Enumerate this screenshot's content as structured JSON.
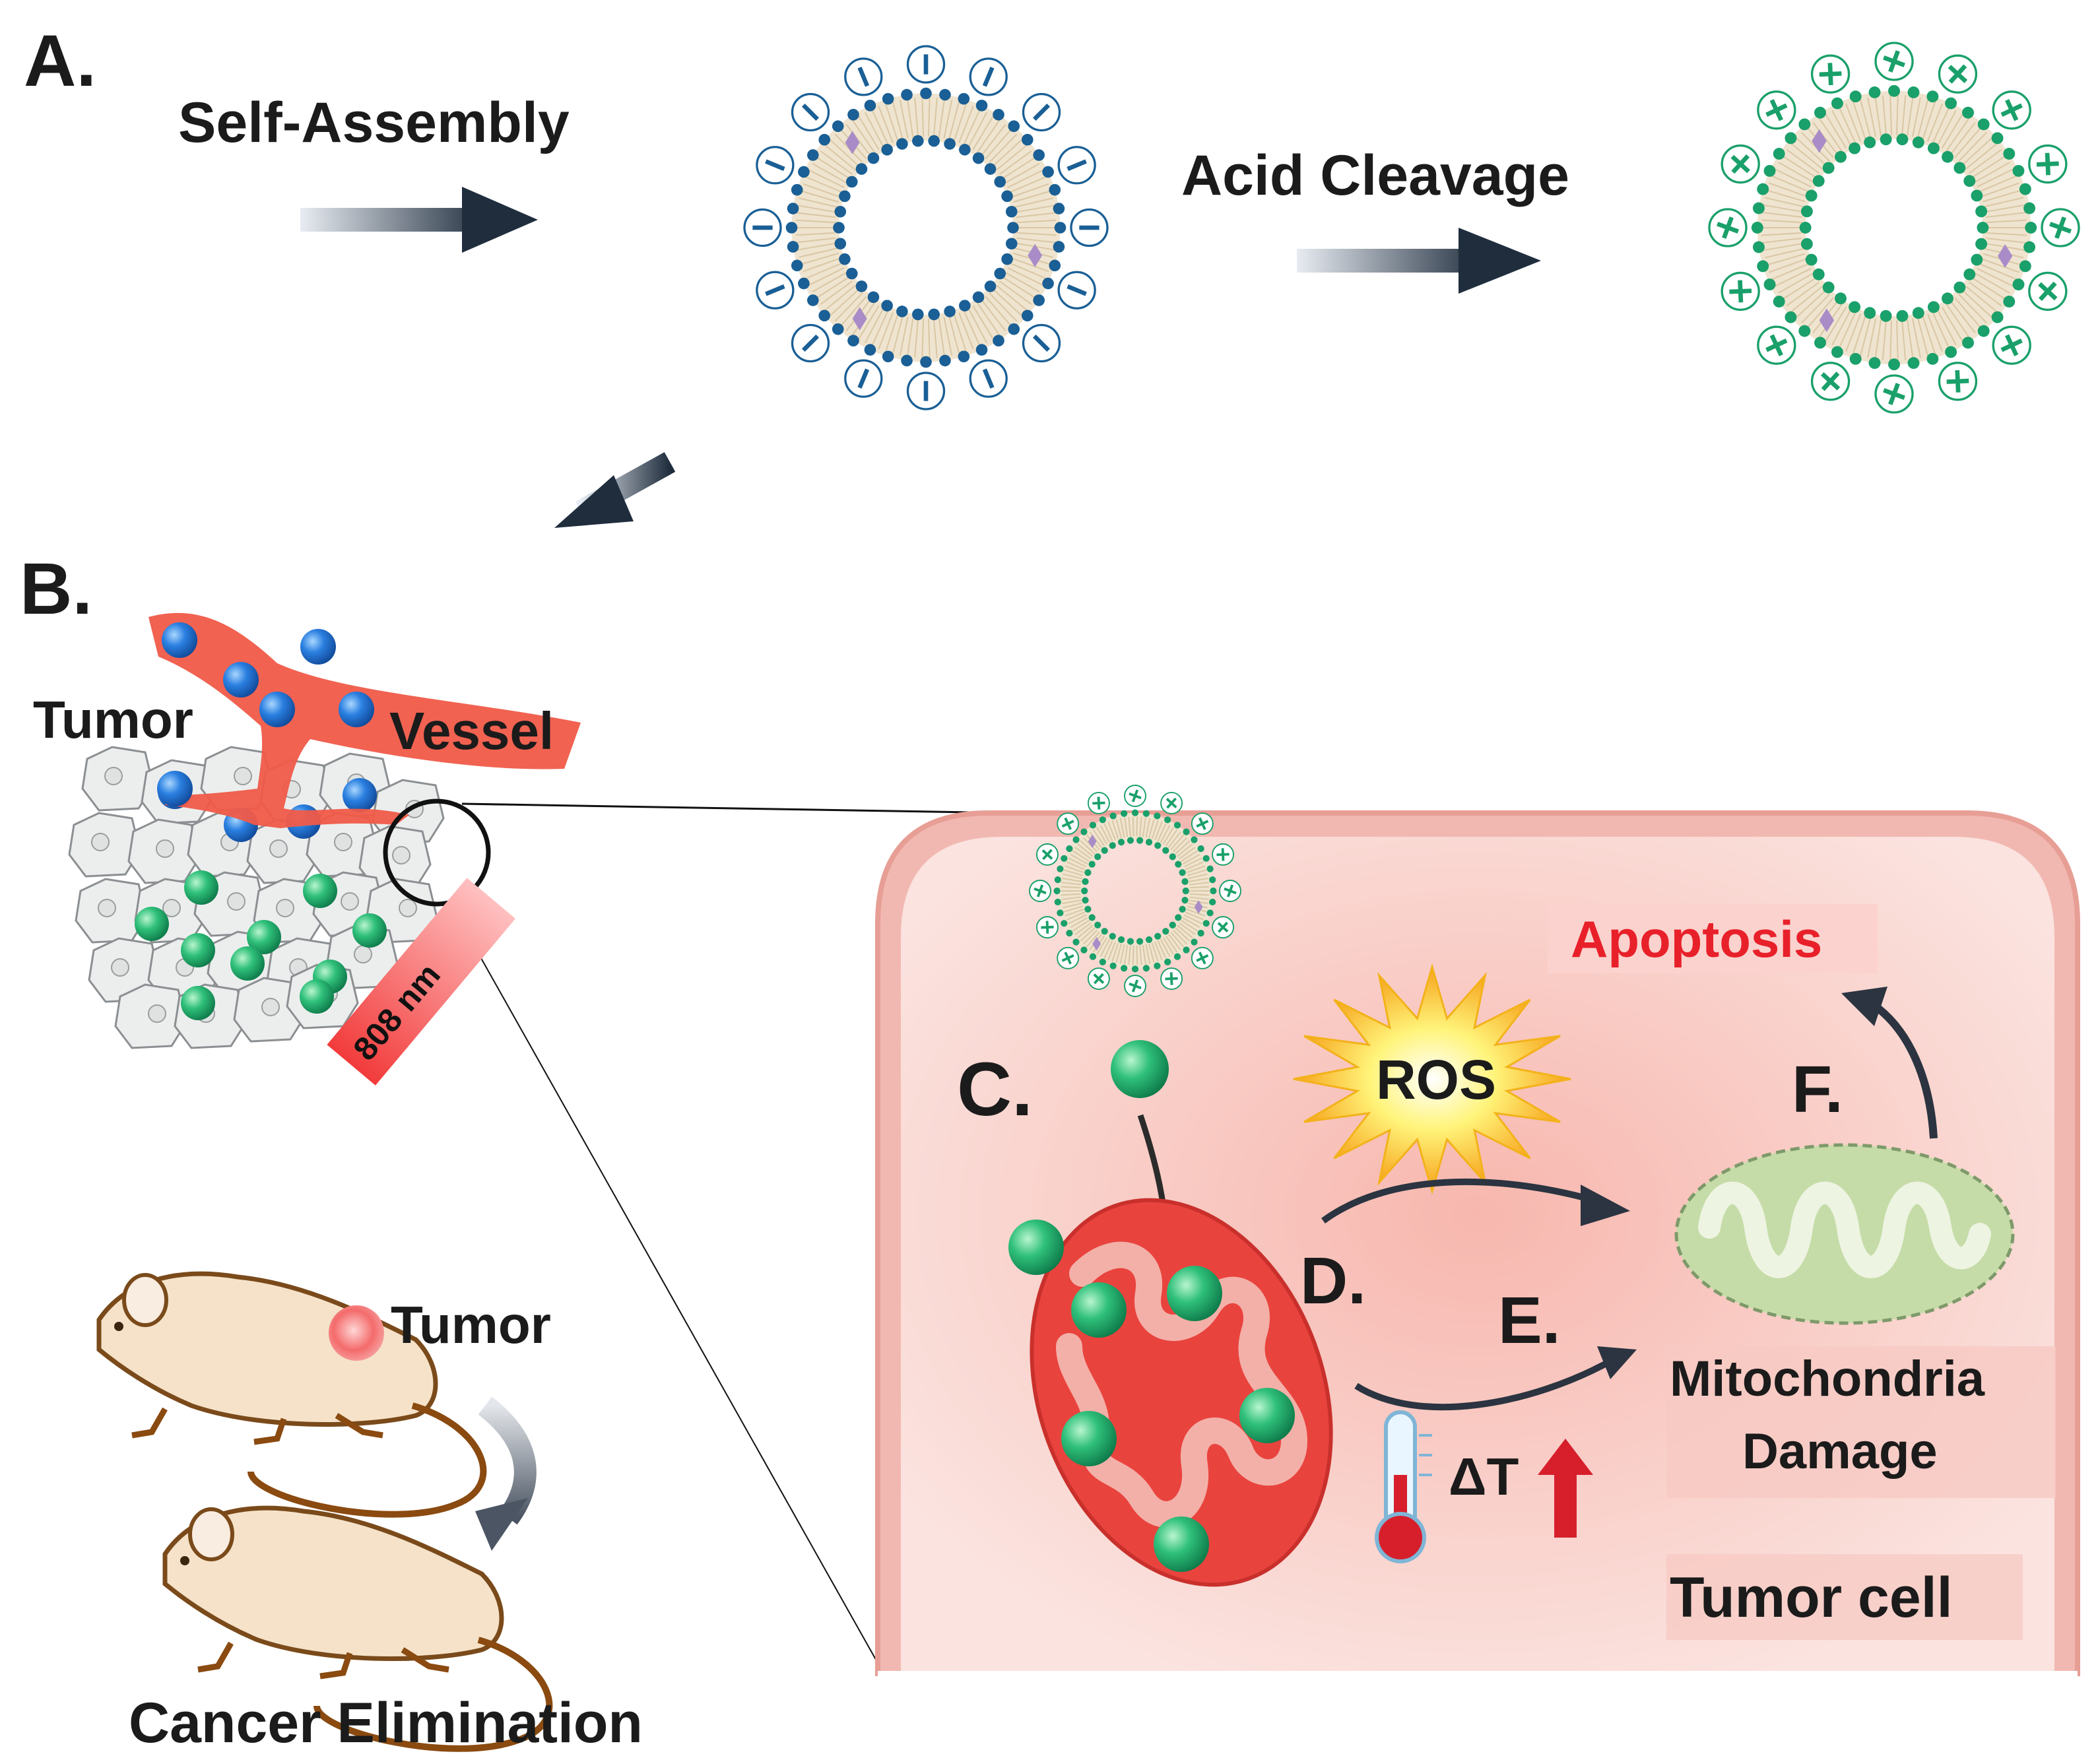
{
  "panels": {
    "a_label": "A.",
    "b_label": "B.",
    "c_label": "C.",
    "d_label": "D.",
    "e_label": "E.",
    "f_label": "F."
  },
  "steps": {
    "self_assembly": "Self-Assembly",
    "acid_cleavage": "Acid Cleavage"
  },
  "tumor_site": {
    "tumor": "Tumor",
    "vessel": "Vessel",
    "laser": "808 nm"
  },
  "mouse_model": {
    "tumor": "Tumor",
    "outcome": "Cancer Elimination"
  },
  "cell": {
    "apoptosis": "Apoptosis",
    "ros": "ROS",
    "delta_t": "ΔT",
    "mito_damage_line1": "Mitochondria",
    "mito_damage_line2": "Damage",
    "tumor_cell": "Tumor cell"
  },
  "colors": {
    "negative_charge": "#1a5f95",
    "positive_charge": "#1aa06a",
    "vessel": "#f05a48",
    "apoptosis_text": "#e8202a",
    "cell_fill": "#fbe0dc",
    "mitochondria_red": "#e9433e",
    "mitochondria_damaged": "#c6dca8",
    "arrow": "#1f2d3d"
  }
}
